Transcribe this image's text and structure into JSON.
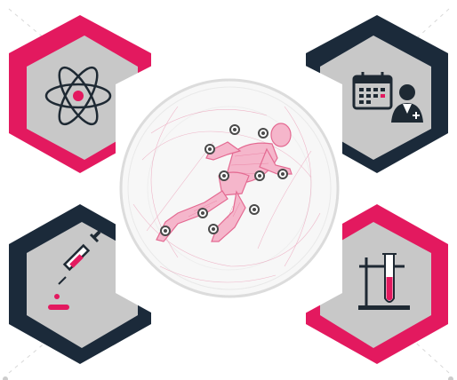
{
  "colors": {
    "pink": "#e3195f",
    "navy": "#1b2a3a",
    "hex_fill": "#c8c8c8",
    "icon_dark": "#1e2933",
    "figure_pink": "#e46a92",
    "sphere_fill": "#f7f7f7",
    "sphere_ring": "#dcdcdc",
    "joint_dark": "#4a4a4a"
  },
  "diagram": {
    "center": {
      "name": "running-human-wireframe-figure",
      "joints": 10
    },
    "tiles": [
      {
        "position": "top-left",
        "frame_color": "pink",
        "icon": "atom-icon"
      },
      {
        "position": "top-right",
        "frame_color": "navy",
        "icon": "calendar-doctor-icon"
      },
      {
        "position": "bottom-left",
        "frame_color": "navy",
        "icon": "syringe-icon"
      },
      {
        "position": "bottom-right",
        "frame_color": "pink",
        "icon": "test-tube-stand-icon"
      }
    ]
  }
}
